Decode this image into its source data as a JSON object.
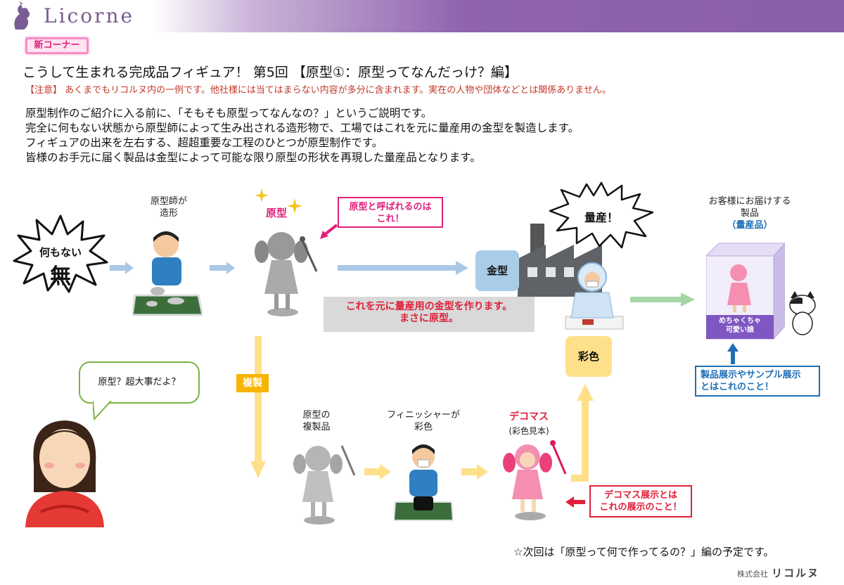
{
  "header": {
    "brand": "Licorne"
  },
  "badge": "新コーナー",
  "title": "こうして生まれる完成品フィギュア！ 第5回 【原型①：原型ってなんだっけ？編】",
  "notice": "【注意】 あくまでもリコルヌ内の一例です。他社様には当てはまらない内容が多分に含まれます。実在の人物や団体などとは関係ありません。",
  "intro": [
    "原型制作のご紹介に入る前に、「そもそも原型ってなんなの？」というご説明です。",
    "完全に何もない状態から原型師によって生み出される造形物で、工場ではこれを元に量産用の金型を製造します。",
    "フィギュアの出来を左右する、超超重要な工程のひとつが原型制作です。",
    "皆様のお手元に届く製品は金型によって可能な限り原型の形状を再現した量産品となります。"
  ],
  "diagram": {
    "nothing_top": "何もない",
    "nothing_kanji": "無",
    "sculptor_label": [
      "原型師が",
      "造形"
    ],
    "prototype_label": "原型",
    "prototype_callout": [
      "原型と呼ばれるのは",
      "これ！"
    ],
    "mold_label": "金型",
    "mass_production": "量産！",
    "mold_note": [
      "これを元に量産用の金型を作ります。",
      "まさに原型。"
    ],
    "product_label": [
      "お客様にお届けする",
      "製品",
      "（量産品）"
    ],
    "box_text": [
      "めちゃくちゃ",
      "可愛い娘"
    ],
    "display_note": [
      "製品展示やサンプル展示",
      "とはこれのこと！"
    ],
    "paint_label": "彩色",
    "duplicate_label": "複製",
    "speech": "原型？超大事だよ？",
    "replica_label": [
      "原型の",
      "複製品"
    ],
    "finisher_label": [
      "フィニッシャーが",
      "彩色"
    ],
    "decomas_label": "デコマス",
    "decomas_sub": "(彩色見本)",
    "decomas_note": [
      "デコマス展示とは",
      "これの展示のこと！"
    ]
  },
  "footer": {
    "next": "☆次回は「原型って何で作ってるの？」編の予定です。",
    "company_prefix": "株式会社",
    "company_name": "リコルヌ"
  },
  "colors": {
    "header_purple": "#8a5fa9",
    "accent_pink": "#e0207a",
    "notice_red": "#c0392b",
    "arrow_blue": "#a9c8e8",
    "arrow_green": "#a5d6a7",
    "arrow_yellow": "#ffe08a",
    "mold_blue": "#a9cce8",
    "paint_yellow": "#ffe08a",
    "note_blue": "#1f6fb5"
  }
}
